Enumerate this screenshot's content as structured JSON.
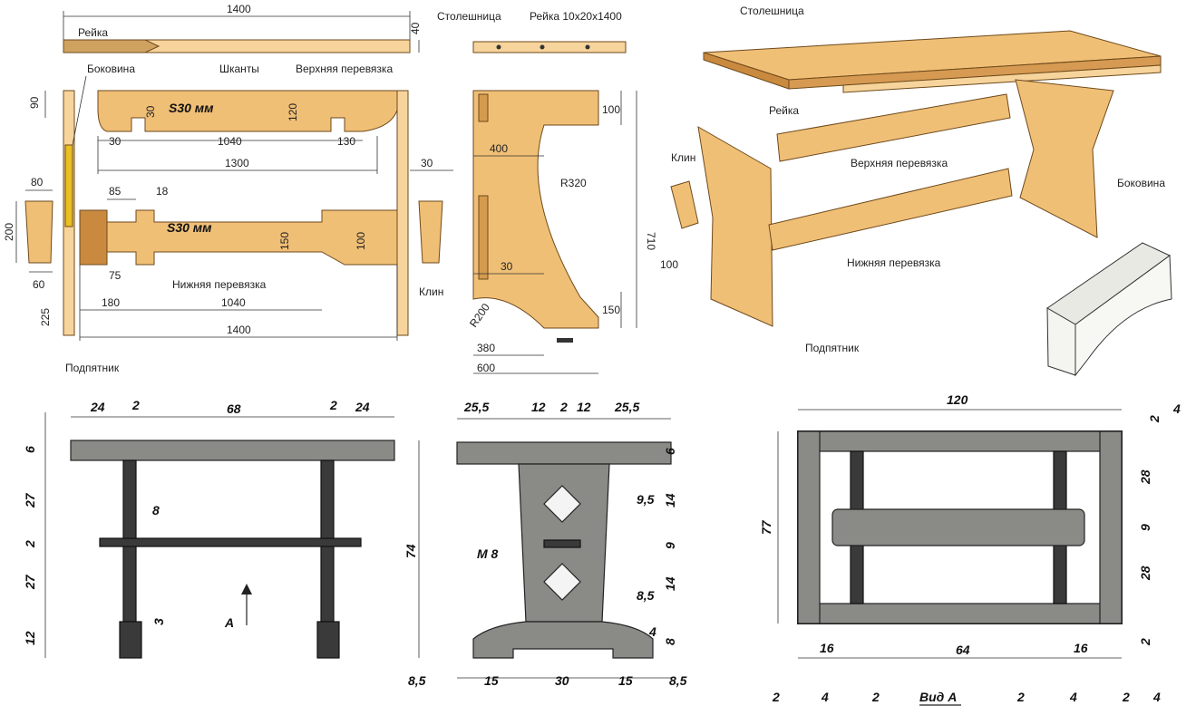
{
  "top_left": {
    "rail_length": "1400",
    "rail_height": "40",
    "label_rail": "Рейка",
    "label_side": "Боковина",
    "label_dowels": "Шканты",
    "label_upper_tie": "Верхняя перевязка",
    "label_lower_tie": "Нижняя перевязка",
    "label_wedge": "Клин",
    "label_foot": "Подпятник",
    "s30_upper": "S30 мм",
    "s30_lower": "S30 мм",
    "d90": "90",
    "d30a": "30",
    "d120": "120",
    "d30b": "30",
    "d1040a": "1040",
    "d130": "130",
    "d1300": "1300",
    "d30c": "30",
    "d80": "80",
    "d200": "200",
    "d60": "60",
    "d225": "225",
    "d85": "85",
    "d18": "18",
    "d150": "150",
    "d100": "100",
    "d75": "75",
    "d180": "180",
    "d1040b": "1040",
    "d1400": "1400"
  },
  "top_mid": {
    "label_top": "Столешница",
    "label_rail": "Рейка 10x20x1400",
    "d100": "100",
    "d400": "400",
    "r320": "R320",
    "d710": "710",
    "d30": "30",
    "d150": "150",
    "r200": "R200",
    "d380": "380",
    "d600": "600"
  },
  "top_right": {
    "label_top": "Столешница",
    "label_rail": "Рейка",
    "label_wedge": "Клин",
    "label_upper_tie": "Верхняя перевязка",
    "label_side": "Боковина",
    "d100": "100",
    "label_lower_tie": "Нижняя перевязка",
    "label_foot": "Подпятник"
  },
  "bottom_left": {
    "d24a": "24",
    "d2a": "2",
    "d68": "68",
    "d2b": "2",
    "d24b": "24",
    "d6": "6",
    "d27a": "27",
    "d8": "8",
    "d2c": "2",
    "d27b": "27",
    "d74": "74",
    "d3": "3",
    "label_a": "А",
    "d12": "12"
  },
  "bottom_mid": {
    "d25_5a": "25,5",
    "d12a": "12",
    "d2": "2",
    "d12b": "12",
    "d25_5b": "25,5",
    "d6": "6",
    "d9_5a": "9,5",
    "d14a": "14",
    "label_m8": "М 8",
    "d9": "9",
    "d8_5a": "8,5",
    "d14b": "14",
    "d4": "4",
    "d8": "8",
    "d8_5l": "8,5",
    "d15a": "15",
    "d30": "30",
    "d15b": "15",
    "d8_5r": "8,5"
  },
  "bottom_right": {
    "d120": "120",
    "d2t": "2",
    "d4t": "4",
    "d77": "77",
    "d28a": "28",
    "d9": "9",
    "d28b": "28",
    "d2r": "2",
    "d16a": "16",
    "d64": "64",
    "d16b": "16",
    "d2a": "2",
    "d4a": "4",
    "d2b": "2",
    "label_view": "Вид А",
    "d2c": "2",
    "d4b": "4",
    "d2d": "2",
    "d4c": "4"
  }
}
